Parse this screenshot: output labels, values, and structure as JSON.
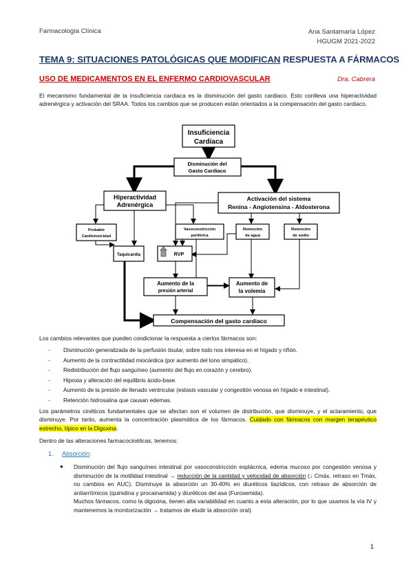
{
  "header": {
    "left": "Farmacología Clínica",
    "right_line1": "Ana Santamaría López",
    "right_line2": "HGUGM 2021-2022"
  },
  "title": {
    "part1": "TEMA 9: SITUACIONES PATOLÓGICAS QUE MODIFICAN",
    "part2": " RESPUESTA A FÁRMACOS"
  },
  "section": {
    "title": "USO DE MEDICAMENTOS EN EL ENFERMO CARDIOVASCULAR",
    "author": "Dra. Cabrera"
  },
  "intro": "El mecanismo fundamental de la insuficiencia cardiaca es la disminución del gasto cardiaco. Esto conlleva una hiperactividad adrenérgica y activación del SRAA. Todos los cambios que se producen están orientados a la compensación del gasto cardiaco.",
  "diagram": {
    "ic_1": "Insuficiencia",
    "ic_2": "Cardiaca",
    "dgc_1": "Disminución del",
    "dgc_2": "Gasto Cardiaco",
    "hip_1": "Hiperactividad",
    "hip_2": "Adrenérgica",
    "act_1": "Activación del sistema",
    "act_2": "Renina - Angiotensina - Aldosterona",
    "card_1": "Probable",
    "card_2": "Cardiotoxicidad",
    "vaso_1": "Vasoconstricción",
    "vaso_2": "periférica",
    "agua_1": "Retención",
    "agua_2": "de agua",
    "sodio_1": "Retención",
    "sodio_2": "de sodio",
    "taqui": "Taquicardia",
    "rvp": "RVP",
    "pa_1": "Aumento de la",
    "pa_2": "presión arterial",
    "vol_1": "Aumento de",
    "vol_2": "la volemia",
    "comp": "Compensación del gasto cardiaco"
  },
  "changes_intro": "Los cambios relevantes que pueden condicionar la respuesta a ciertos fármacos son:",
  "changes": [
    "Disminución generalizada de la perfusión tisular, sobre todo nos interesa en el hígado y riñón.",
    "Aumento de la contractilidad miocárdica (por aumento del tono simpático).",
    "Redistribución del flujo sanguíneo (aumento del flujo en corazón y cerebro).",
    "Hipoxia y alteración del equilibrio ácido-base.",
    "Aumento de la presión de llenado ventricular (estasis vascular y congestión venosa en hígado e intestinal).",
    "Retención hidrosalina que causan edemas."
  ],
  "bullet_dash": "-",
  "pk_text": "Los parámetros cinéticos fundamentales que se afectan son el volumen de distribución, que disminuye, y el aclaramiento, que disminuye. Por tanto, aumenta la concentración plasmática de los fármacos. ",
  "pk_highlight": "Cuidado con fármacos con margen terapéutico estrecho, típico en la Digoxina",
  "pk_end": ".",
  "alterations_intro": "Dentro de las alteraciones farmacocinéticas, tenemos:",
  "subsection": {
    "num": "1.",
    "label": "Absorción",
    "colon": ":"
  },
  "absorption": {
    "bullet": "●",
    "a": "Disminución del flujo sanguíneo intestinal por vasoconstricción esplácnica, edema mucoso por congestión venosa y disminución de la motilidad intestinal → ",
    "b": "reducción de la cantidad y velocidad de absorción",
    "c": " (↓ Cmáx, retraso en Tmáx, no cambios en AUC). Disminuye la absorción un 30-40% en diuréticos tiazídicos, con retraso de absorción de antiarrítmicos (quinidina y procainamida) y diuréticos del asa (Furosemida).",
    "d": "Muchos fármacos, como la digoxina, tienen alta variabilidad en cuanto a esta alteración, por lo que usamos la vía IV y mantenemos la monitorización → tratamos de eludir la absorción oral)."
  },
  "page_number": "1",
  "colors": {
    "title": "#1F3864",
    "section": "#C00000",
    "subsection": "#2E74B5",
    "highlight": "#FFFF00"
  }
}
